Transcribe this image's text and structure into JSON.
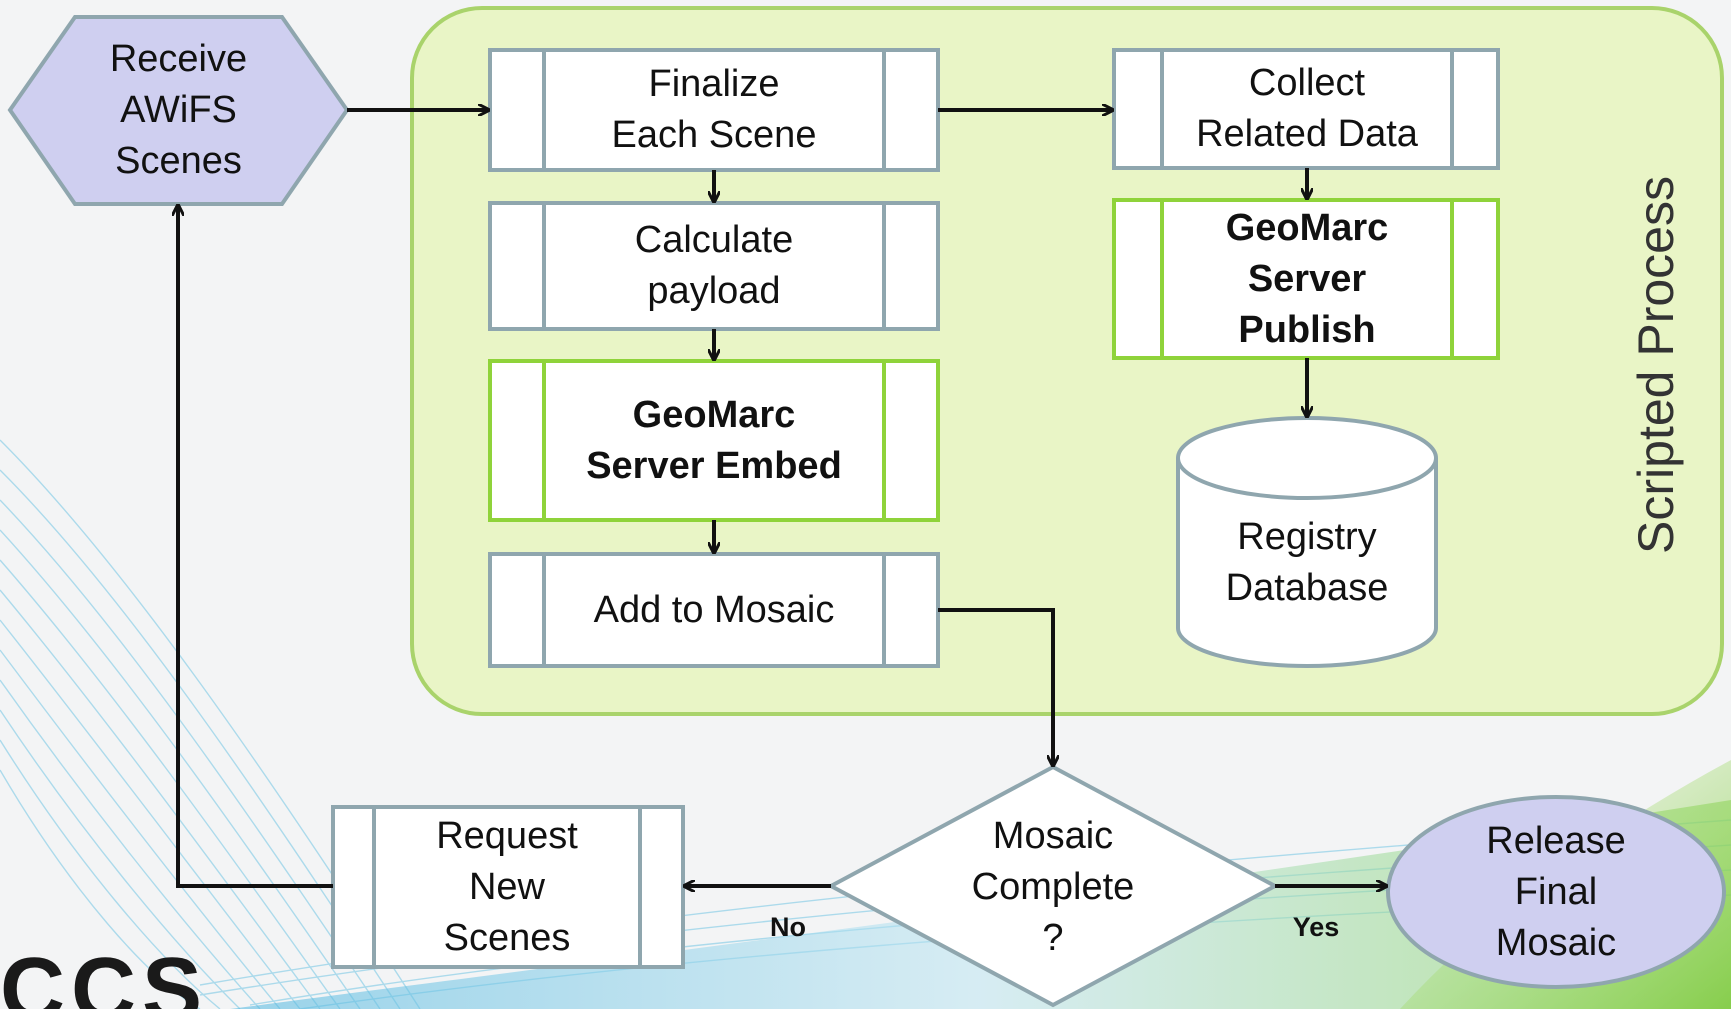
{
  "scripted_process": {
    "label": "Scripted Process"
  },
  "nodes": {
    "receive": {
      "text": "Receive\nAWiFS\nScenes"
    },
    "finalize": {
      "text": "Finalize\nEach Scene"
    },
    "calculate": {
      "text": "Calculate\npayload"
    },
    "embed": {
      "text": "GeoMarc\nServer Embed"
    },
    "add_mosaic": {
      "text": "Add to Mosaic"
    },
    "collect": {
      "text": "Collect\nRelated Data"
    },
    "publish": {
      "text": "GeoMarc\nServer\nPublish"
    },
    "registry": {
      "text": "Registry\nDatabase"
    },
    "decision": {
      "text": "Mosaic\nComplete\n?"
    },
    "request": {
      "text": "Request\nNew\nScenes"
    },
    "release": {
      "text": "Release\nFinal\nMosaic"
    }
  },
  "edge_labels": {
    "no": "No",
    "yes": "Yes"
  },
  "logo": {
    "text": "CCS"
  },
  "colors": {
    "panel_fill": "#e9f5c6",
    "panel_border": "#a9d36b",
    "process_border": "#8fa6ae",
    "highlight_border": "#8fd33a",
    "hex_fill": "#cfcff0",
    "oval_fill": "#cfcff0",
    "accent_swoosh": "#6cc8e8"
  }
}
